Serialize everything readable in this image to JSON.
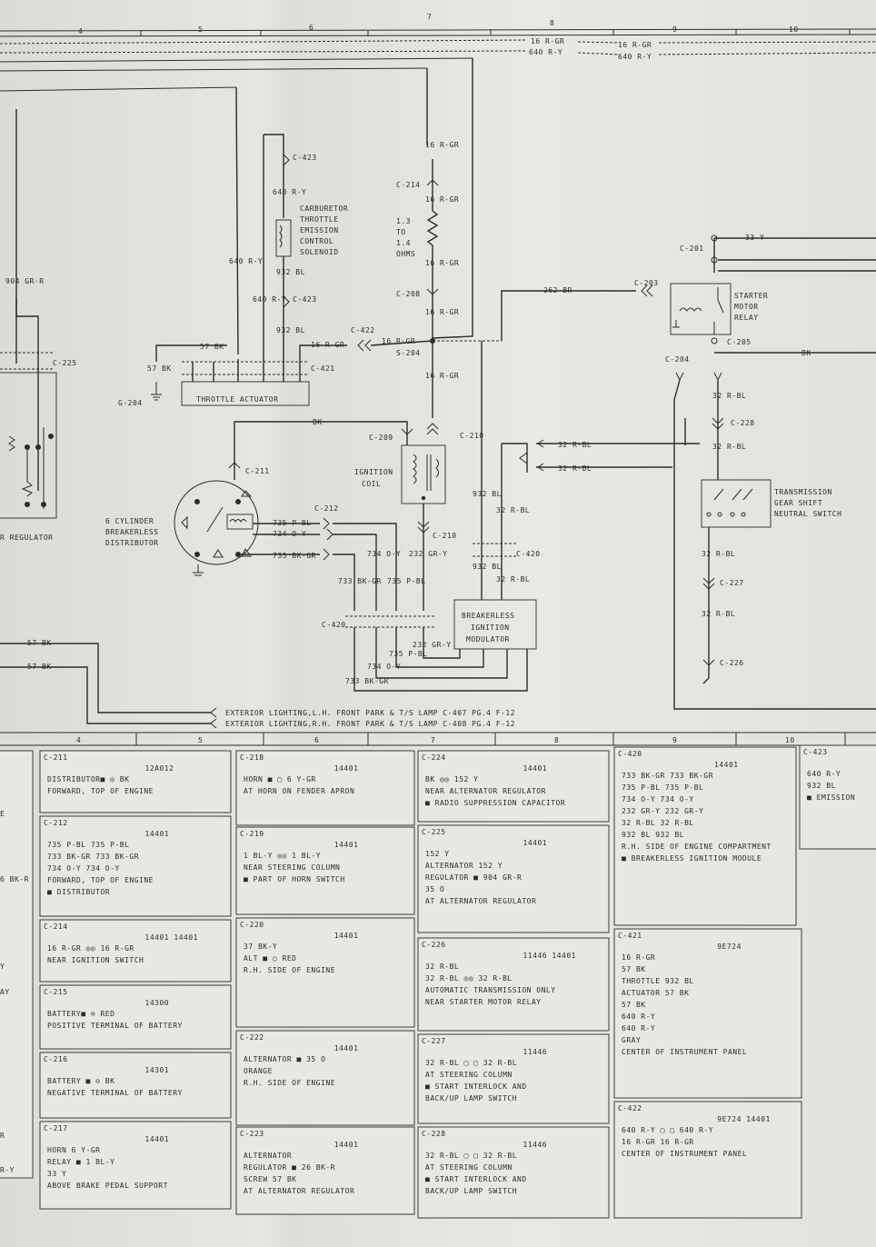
{
  "grid_top": [
    "4",
    "5",
    "6",
    "7",
    "8",
    "9",
    "10"
  ],
  "grid_bottom": [
    "4",
    "5",
    "6",
    "7",
    "8",
    "9",
    "10"
  ],
  "wires_top": {
    "r1a": "16 R-GR",
    "r1b": "640 R-Y",
    "r2a": "16 R-GR",
    "r2b": "640 R-Y"
  },
  "diagram": {
    "c423": "C-423",
    "w640ry_v": "640 R-Y",
    "carb_solenoid": [
      "CARBURETOR",
      "THROTTLE",
      "EMISSION",
      "CONTROL",
      "SOLENOID"
    ],
    "w932bl": "932 BL",
    "c423b": "C-423",
    "w640ry_l": "640 R-Y",
    "w640ry_m": "640 R-Y",
    "w932bl_b": "932 BL",
    "w904": "904 GR-R",
    "c225": "C-225",
    "w57bk_v": "57 BK",
    "g204": "G-204",
    "w57bk_h": "57 BK",
    "c421": "C-421",
    "throttle_actuator": "THROTTLE ACTUATOR",
    "w16rgr_h": "16 R-GR",
    "c422": "C-422",
    "w16rgr_h2": "16 R-GR",
    "s204": "S-204",
    "w16rgr_a": "16 R-GR",
    "c214": "C-214",
    "w16rgr_b": "16 R-GR",
    "resist": [
      "1.3",
      "TO",
      "1.4",
      "OHMS"
    ],
    "w16rgr_c": "16 R-GR",
    "c208": "C-208",
    "w16rgr_d": "16 R-GR",
    "w16rgr_e": "16 R-GR",
    "bk": "BK",
    "c209": "C-209",
    "c210": "C-210",
    "ign_coil": [
      "IGNITION",
      "COIL"
    ],
    "c211": "C-211",
    "dist_label": [
      "6 CYLINDER",
      "BREAKERLESS",
      "DISTRIBUTOR"
    ],
    "c212": "C-212",
    "w735": "735 P-BL",
    "w734": "734 O-Y",
    "w733": "733 BK-GR",
    "regulator": "R REGULATOR",
    "w734v": "734 O-Y",
    "w232": "232 GR-Y",
    "c210b": "C-210",
    "w932v": "932 BL",
    "w32rbl_v": "32 R-BL",
    "c420": "C-420",
    "w932v2": "932 BL",
    "w32rbl_v2": "32 R-BL",
    "w733v": "733 BK-GR",
    "w735v": "735 P-BL",
    "c420b": "C-420",
    "modulator": [
      "BREAKERLESS",
      "IGNITION",
      "MODULATOR"
    ],
    "w232b": "232 GR-Y",
    "w735b": "735 P-BL",
    "w734b": "734 O-Y",
    "w733b": "733 BK-GR",
    "w57a": "57 BK",
    "w57b": "57 BK",
    "ext1": "EXTERIOR LIGHTING,L.H. FRONT PARK & T/S LAMP C-407 PG.4 F-12",
    "ext2": "EXTERIOR LIGHTING,R.H. FRONT PARK & T/S LAMP C-408 PG.4 F-12",
    "w262": "262 BR",
    "c203": "C-203",
    "starter_relay": [
      "STARTER",
      "MOTOR",
      "RELAY"
    ],
    "c201": "C-201",
    "w33y": "33 Y",
    "c205": "C-205",
    "bk2": "BK",
    "c204": "C-204",
    "w32rbl_a": "32 R-BL",
    "c228": "C-228",
    "w32rbl_b": "32 R-BL",
    "w32rbl_h1": "32 R-BL",
    "w32rbl_h2": "32 R-BL",
    "neutral_switch": [
      "TRANSMISSION",
      "GEAR SHIFT",
      "NEUTRAL SWITCH"
    ],
    "w32rbl_c": "32 R-BL",
    "c227": "C-227",
    "w32rbl_d": "32 R-BL",
    "c226": "C-226"
  },
  "connectors": [
    {
      "id": "C-211",
      "part": "12A012",
      "lines": [
        "DISTRIBUTOR■ ◎ BK",
        "FORWARD, TOP OF ENGINE"
      ]
    },
    {
      "id": "C-212",
      "part": "14401",
      "lines": [
        "735 P-BL        735 P-BL",
        "733 BK-GR      733 BK-GR",
        "734 O-Y          734 O-Y",
        "FORWARD, TOP OF ENGINE",
        "■ DISTRIBUTOR"
      ]
    },
    {
      "id": "C-214",
      "part": "14401   14401",
      "lines": [
        "16 R-GR ◎◎ 16 R-GR",
        "NEAR IGNITION SWITCH"
      ]
    },
    {
      "id": "C-215",
      "part": "14300",
      "lines": [
        "BATTERY■ ⊖ RED",
        "POSITIVE TERMINAL OF BATTERY"
      ]
    },
    {
      "id": "C-216",
      "part": "14301",
      "lines": [
        "BATTERY ■ ⊖ BK",
        "NEGATIVE TERMINAL OF BATTERY"
      ]
    },
    {
      "id": "C-217",
      "part": "14401",
      "lines": [
        "HORN    6 Y-GR",
        "RELAY ■  1 BL-Y",
        "        33 Y",
        "ABOVE BRAKE PEDAL SUPPORT"
      ]
    },
    {
      "id": "C-218",
      "part": "14401",
      "lines": [
        "HORN ■ ▢ 6 Y-GR",
        "AT HORN ON FENDER APRON"
      ]
    },
    {
      "id": "C-219",
      "part": "14401",
      "lines": [
        "1 BL-Y ◎◎ 1 BL-Y",
        "NEAR STEERING COLUMN",
        "■ PART OF HORN SWITCH"
      ]
    },
    {
      "id": "C-220",
      "part": "14401",
      "lines": [
        "37 BK-Y",
        "ALT ■ ○   RED",
        "R.H. SIDE OF ENGINE"
      ]
    },
    {
      "id": "C-222",
      "part": "14401",
      "lines": [
        "ALTERNATOR ■  35 O",
        "ORANGE",
        "R.H. SIDE OF ENGINE"
      ]
    },
    {
      "id": "C-223",
      "part": "14401",
      "lines": [
        "ALTERNATOR",
        "REGULATOR ■  26 BK-R",
        "SCREW        57 BK",
        "AT ALTERNATOR REGULATOR"
      ]
    },
    {
      "id": "C-224",
      "part": "14401",
      "lines": [
        "BK ◎◎ 152 Y",
        "NEAR ALTERNATOR REGULATOR",
        "■ RADIO SUPPRESSION CAPACITOR"
      ]
    },
    {
      "id": "C-225",
      "part": "14401",
      "lines": [
        "152 Y",
        "ALTERNATOR   152 Y",
        "REGULATOR ■ 904 GR-R",
        "35 O",
        "AT ALTERNATOR REGULATOR"
      ]
    },
    {
      "id": "C-226",
      "part": "11446    14401",
      "lines": [
        "32 R-BL",
        "32 R-BL ◎◎ 32 R-BL",
        "AUTOMATIC TRANSMISSION ONLY",
        "NEAR STARTER MOTOR RELAY"
      ]
    },
    {
      "id": "C-227",
      "part": "11446",
      "lines": [
        "32 R-BL ▢ ▢ 32 R-BL",
        "AT STEERING COLUMN",
        "■ START INTERLOCK AND",
        "BACK/UP LAMP SWITCH"
      ]
    },
    {
      "id": "C-228",
      "part": "11446",
      "lines": [
        "32 R-BL ▢ ▢ 32 R-BL",
        "AT STEERING COLUMN",
        "■ START INTERLOCK AND",
        "BACK/UP LAMP SWITCH"
      ]
    },
    {
      "id": "C-420",
      "part": "14401",
      "lines": [
        "733 BK-GR    733 BK-GR",
        "735 P-BL     735 P-BL",
        "734 O-Y      734 O-Y",
        "232 GR-Y     232 GR-Y",
        "32 R-BL      32 R-BL",
        "932 BL       932 BL",
        "R.H. SIDE OF ENGINE COMPARTMENT",
        "■ BREAKERLESS IGNITION MODULE"
      ]
    },
    {
      "id": "C-421",
      "part": "9E724",
      "lines": [
        "16 R-GR",
        "57 BK",
        "THROTTLE   932 BL",
        "ACTUATOR   57 BK",
        "57 BK",
        "640 R-Y",
        "640 R-Y",
        "GRAY",
        "CENTER OF INSTRUMENT PANEL"
      ]
    },
    {
      "id": "C-422",
      "part": "9E724   14401",
      "lines": [
        "640 R-Y ▢ ▢ 640 R-Y",
        "16 R-GR     16 R-GR",
        "CENTER OF INSTRUMENT PANEL"
      ]
    },
    {
      "id": "C-423",
      "part": "",
      "lines": [
        "640 R-Y",
        "932 BL",
        "■ EMISSION"
      ]
    }
  ],
  "left_partial": [
    "E",
    "6 BK-R",
    "Y",
    "AY",
    "R",
    "R-Y"
  ]
}
